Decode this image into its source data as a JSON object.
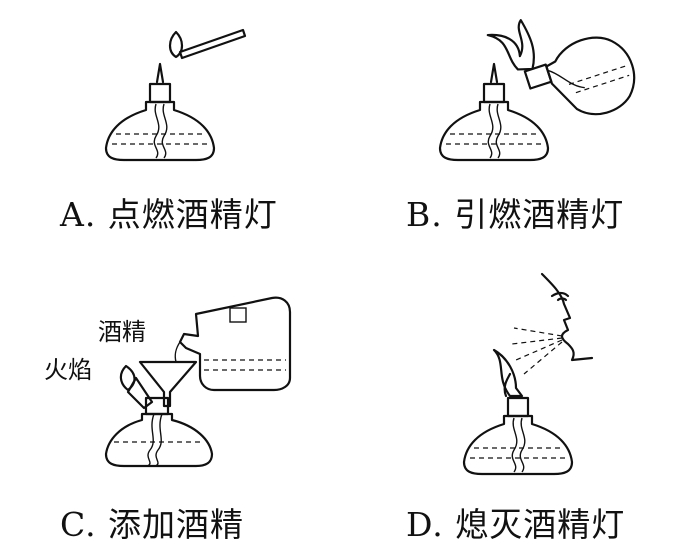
{
  "panels": [
    {
      "id": "A",
      "caption": "A. 点燃酒精灯"
    },
    {
      "id": "B",
      "caption": "B. 引燃酒精灯"
    },
    {
      "id": "C",
      "caption": "C. 添加酒精",
      "labels": {
        "alcohol": "酒精",
        "flame": "火焰"
      }
    },
    {
      "id": "D",
      "caption": "D. 熄灭酒精灯"
    }
  ]
}
